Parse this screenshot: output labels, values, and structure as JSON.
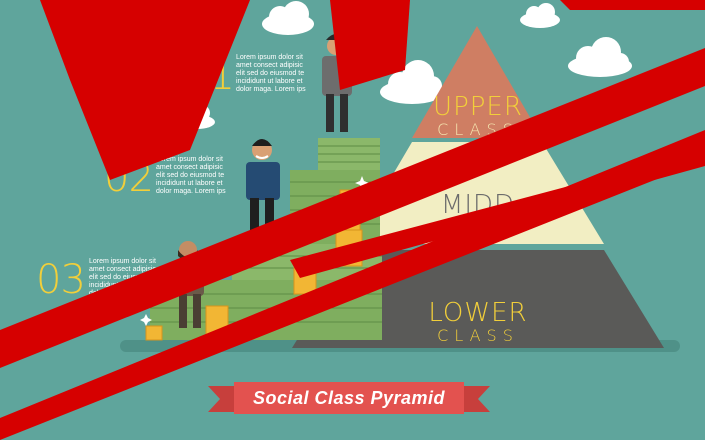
{
  "colors": {
    "background": "#5fa59c",
    "upper_tier": "#cf7e63",
    "middle_tier": "#f2eec3",
    "lower_tier": "#5a5a58",
    "accent_yellow": "#f2cf3a",
    "ribbon": "#e3524f",
    "overlay_red": "#d60000"
  },
  "levels": [
    {
      "number": "01",
      "text": "Lorem ipsum dolor sit\namet consect adipisic\nelit sed do eiusmod te\nincididunt ut labore et\ndolor maga. Lorem ips"
    },
    {
      "number": "02",
      "text": "Lorem ipsum dolor sit\namet consect adipisic\nelit sed do eiusmod te\nincididunt ut labore et\ndolor maga. Lorem ips"
    },
    {
      "number": "03",
      "text": "Lorem ipsum dolor sit\namet consect adipisic\nelit sed do eiusmod te\nincididunt ut labore et\ndolor maga"
    }
  ],
  "pyramid": {
    "upper": {
      "main": "UPPER",
      "sub": "CLASS"
    },
    "middle": {
      "main": "MIDD"
    },
    "lower": {
      "main": "LOWER",
      "sub": "CLASS"
    }
  },
  "banner": {
    "title": "Social Class Pyramid"
  },
  "icons": {
    "cloud": "cloud-icon",
    "person": "person-icon",
    "money": "money-stack-icon",
    "coin": "coin-stack-icon",
    "sparkle": "sparkle-icon"
  }
}
